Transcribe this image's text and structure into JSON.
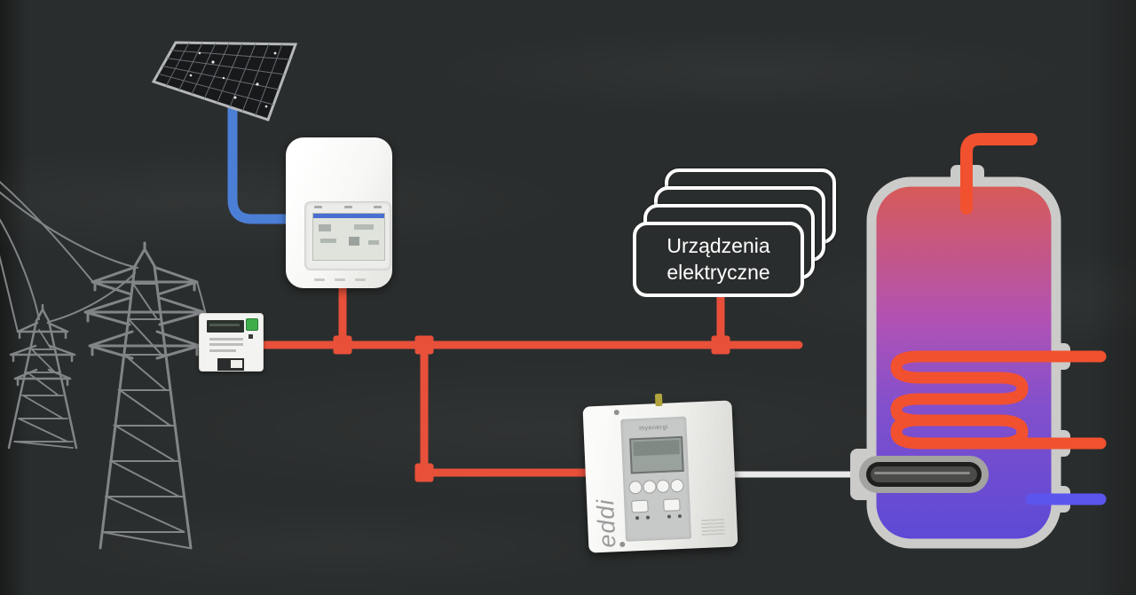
{
  "diagram": {
    "devices_label": "Urządzenia elektryczne"
  },
  "eddi": {
    "brand": "eddi",
    "maker": "myenergi"
  },
  "colors": {
    "background": "#2a2d2d",
    "cable_red": "#e8503a",
    "cable_blue": "#4b7fd6",
    "cable_white": "#e9e9e9",
    "pipe_hot": "#f2512f",
    "pipe_cold": "#5b55ee",
    "tank_border": "#cbcbca",
    "tank_gradient_top": "#d85b55",
    "tank_gradient_mid": "#b152b4",
    "tank_gradient_bottom": "#5b49d6",
    "pylon": "#8f9294",
    "panel_frame": "#b5b8bb",
    "card_border": "#ffffff",
    "text": "#ffffff",
    "meter_button_green": "#3fae4a"
  }
}
